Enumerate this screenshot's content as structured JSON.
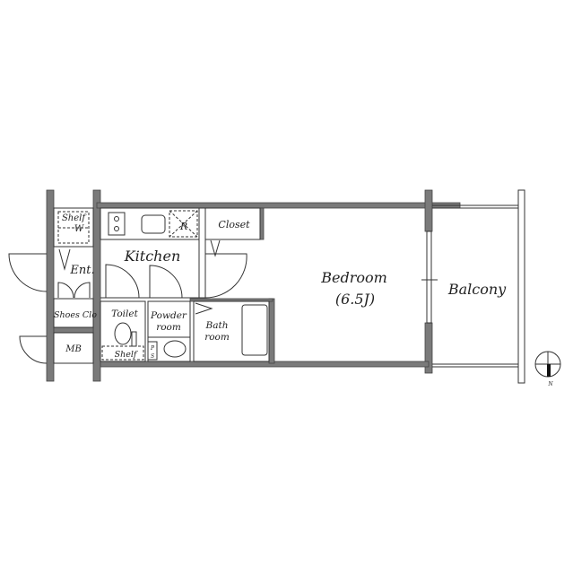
{
  "rooms": {
    "shelf_w": "Shelf",
    "w": "W",
    "kitchen": "Kitchen",
    "refrigerator": "R",
    "closet": "Closet",
    "entrance": "Ent.",
    "shoes_closet": "Shoes Clo",
    "mb": "MB",
    "toilet": "Toilet",
    "toilet_shelf": "Shelf",
    "powder_1": "Powder",
    "powder_2": "room",
    "ps_1": "P",
    "ps_2": "S",
    "bath_1": "Bath",
    "bath_2": "room",
    "bedroom": "Bedroom",
    "bedroom_size": "(6.5J)",
    "balcony": "Balcony"
  },
  "compass": {
    "label": "N"
  },
  "colors": {
    "wall": "#7a7a7a",
    "line": "#333333"
  }
}
